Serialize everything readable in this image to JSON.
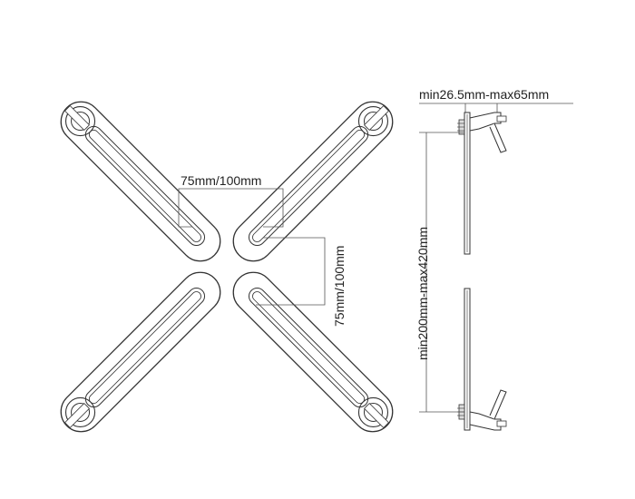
{
  "labels": {
    "horizontal_spacing": "75mm/100mm",
    "vertical_spacing": "75mm/100mm",
    "depth_range": "min26.5mm-max65mm",
    "height_range": "min200mm-max420mm"
  },
  "colors": {
    "line": "#333333",
    "dimension_line": "#555555",
    "background": "#ffffff"
  }
}
